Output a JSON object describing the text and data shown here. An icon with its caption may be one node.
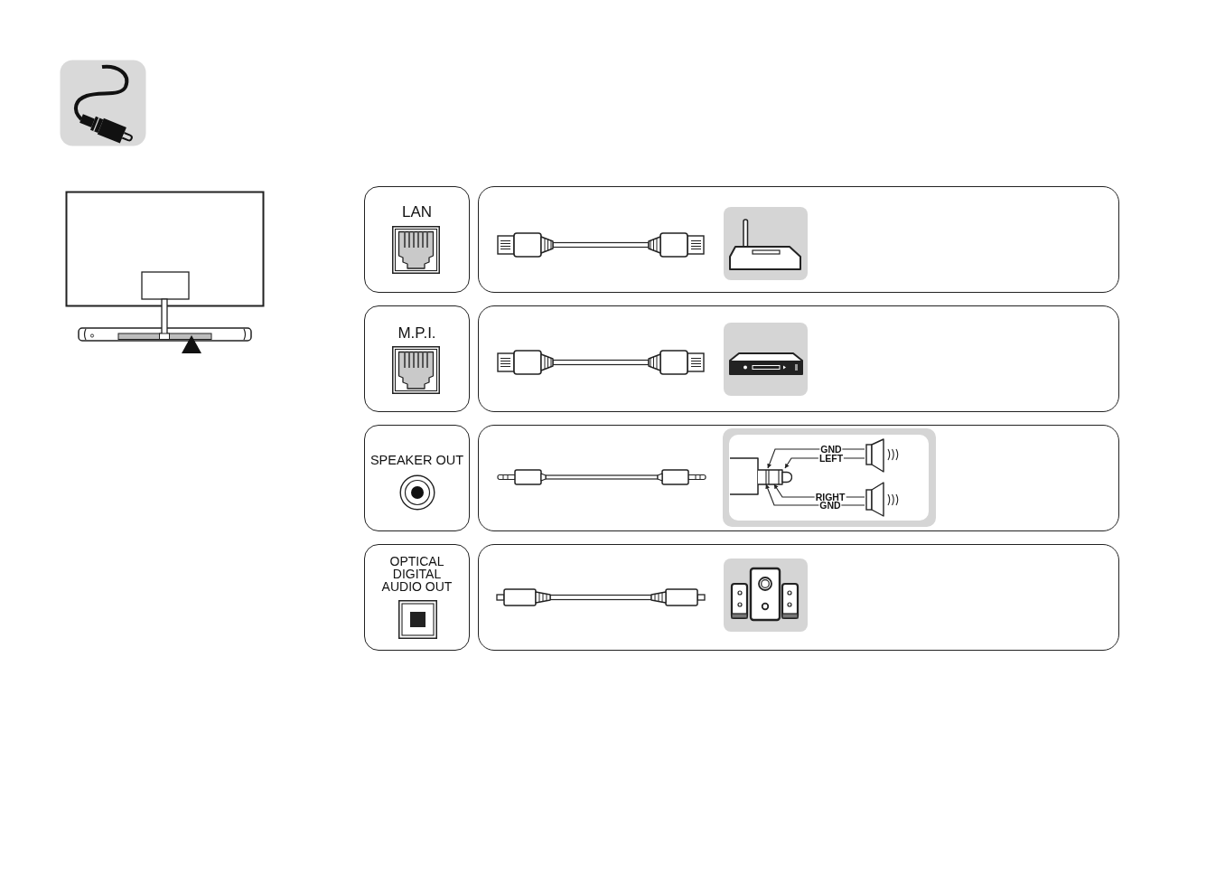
{
  "diagram": {
    "nodes": [
      {
        "text": [
          "LAN"
        ]
      },
      {
        "text": [],
        "shape": "box"
      },
      {
        "text": [
          "M.P.I."
        ]
      },
      {
        "text": [],
        "shape": "box"
      },
      {
        "text": [
          "SPEAKER OUT"
        ]
      },
      {
        "text": [],
        "shape": "box"
      },
      {
        "text": [],
        "shape": "picture",
        "in": 5
      },
      {
        "text": [],
        "shape": "picture",
        "in": 5
      },
      {
        "text": [],
        "shape": "picture",
        "in": 5
      },
      {
        "text": [
          "OPTICAL DIGITAL AUDIO OUT"
        ]
      },
      {
        "text": [],
        "shape": "box"
      }
    ],
    "edges": [
      {
        "from": 7,
        "to": 6,
        "arrow": "to",
        "label": "GND"
      },
      {
        "from": 7,
        "to": 6,
        "arrow": "to",
        "label": "LEFT"
      },
      {
        "from": 8,
        "to": 6,
        "arrow": "to",
        "label": "RIGHT"
      },
      {
        "from": 8,
        "to": 6,
        "arrow": "to",
        "label": "GND"
      }
    ]
  }
}
